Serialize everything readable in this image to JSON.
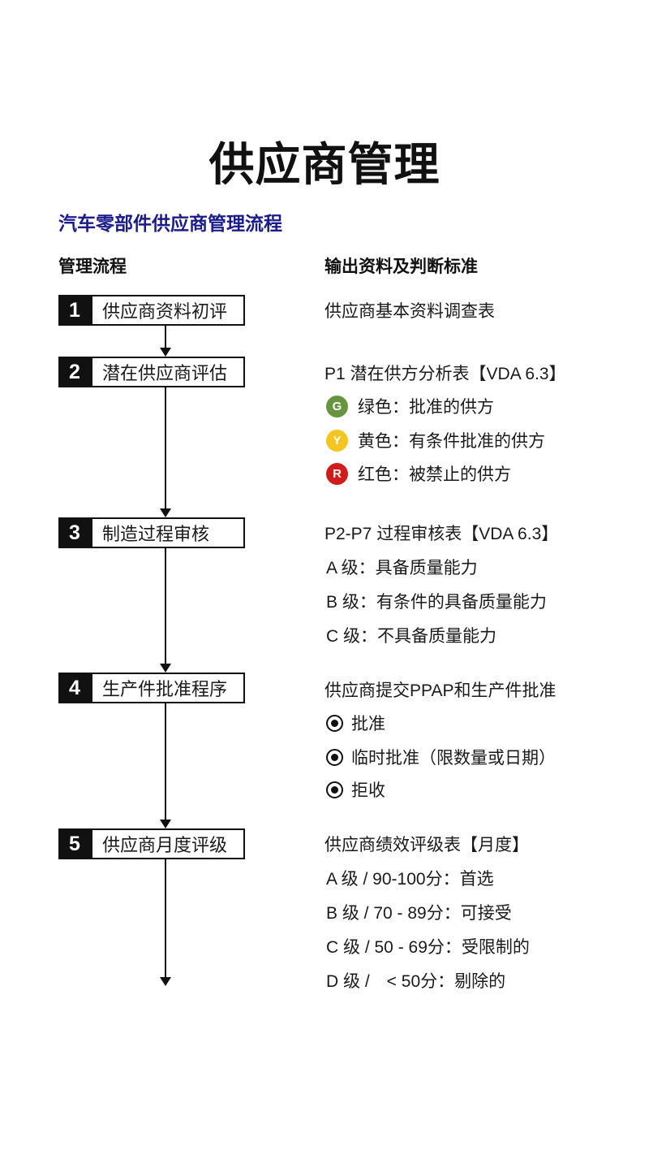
{
  "page": {
    "title": "供应商管理",
    "subtitle": "汽车零部件供应商管理流程"
  },
  "columns": {
    "left_header": "管理流程",
    "right_header": "输出资料及判断标准"
  },
  "colors": {
    "text_black": "#111111",
    "subtitle_blue": "#1b1b8c",
    "badge_green": "#67953f",
    "badge_yellow": "#f5c51f",
    "badge_red": "#d21c1c"
  },
  "steps": [
    {
      "number": "1",
      "label": "供应商资料初评",
      "output": "供应商基本资料调查表",
      "details": []
    },
    {
      "number": "2",
      "label": "潜在供应商评估",
      "output": "P1 潜在供方分析表【VDA 6.3】",
      "details": [
        {
          "badge": "G",
          "badge_color": "#67953f",
          "text": "绿色：批准的供方"
        },
        {
          "badge": "Y",
          "badge_color": "#f5c51f",
          "text": "黄色：有条件批准的供方"
        },
        {
          "badge": "R",
          "badge_color": "#d21c1c",
          "text": "红色：被禁止的供方"
        }
      ]
    },
    {
      "number": "3",
      "label": "制造过程审核",
      "output": "P2-P7 过程审核表【VDA 6.3】",
      "details": [
        {
          "text": "A 级：具备质量能力"
        },
        {
          "text": "B 级：有条件的具备质量能力"
        },
        {
          "text": "C 级：不具备质量能力"
        }
      ]
    },
    {
      "number": "4",
      "label": "生产件批准程序",
      "output": "供应商提交PPAP和生产件批准",
      "details": [
        {
          "bullet": "radio",
          "text": "批准"
        },
        {
          "bullet": "radio",
          "text": "临时批准（限数量或日期）"
        },
        {
          "bullet": "radio",
          "text": "拒收"
        }
      ]
    },
    {
      "number": "5",
      "label": "供应商月度评级",
      "output": "供应商绩效评级表【月度】",
      "details": [
        {
          "text": "A 级 / 90-100分：首选"
        },
        {
          "text": "B 级 / 70 - 89分：可接受"
        },
        {
          "text": "C 级 / 50 - 69分：受限制的"
        },
        {
          "text": "D 级 /　< 50分：剔除的"
        }
      ]
    }
  ]
}
